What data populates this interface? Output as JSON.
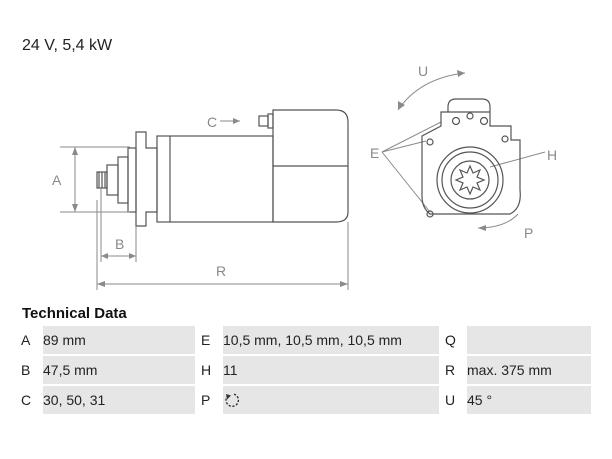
{
  "spec_line": "24 V, 5,4 kW",
  "drawing_labels": {
    "A": "A",
    "B": "B",
    "C": "C",
    "R": "R",
    "U": "U",
    "E": "E",
    "H": "H",
    "P": "P"
  },
  "technical_data": {
    "title": "Technical Data",
    "rows": [
      [
        {
          "key": "A",
          "value": "89 mm"
        },
        {
          "key": "E",
          "value": "10,5 mm, 10,5 mm, 10,5 mm"
        },
        {
          "key": "Q",
          "value": ""
        }
      ],
      [
        {
          "key": "B",
          "value": "47,5 mm"
        },
        {
          "key": "H",
          "value": "11"
        },
        {
          "key": "R",
          "value": "max. 375 mm"
        }
      ],
      [
        {
          "key": "C",
          "value": "30, 50, 31"
        },
        {
          "key": "P",
          "value": "",
          "icon": "rotation-direction-icon"
        },
        {
          "key": "U",
          "value": "45 °"
        }
      ]
    ]
  },
  "colors": {
    "line": "#555555",
    "dim": "#8a8a8a",
    "row_bg": "#e6e6e6"
  }
}
